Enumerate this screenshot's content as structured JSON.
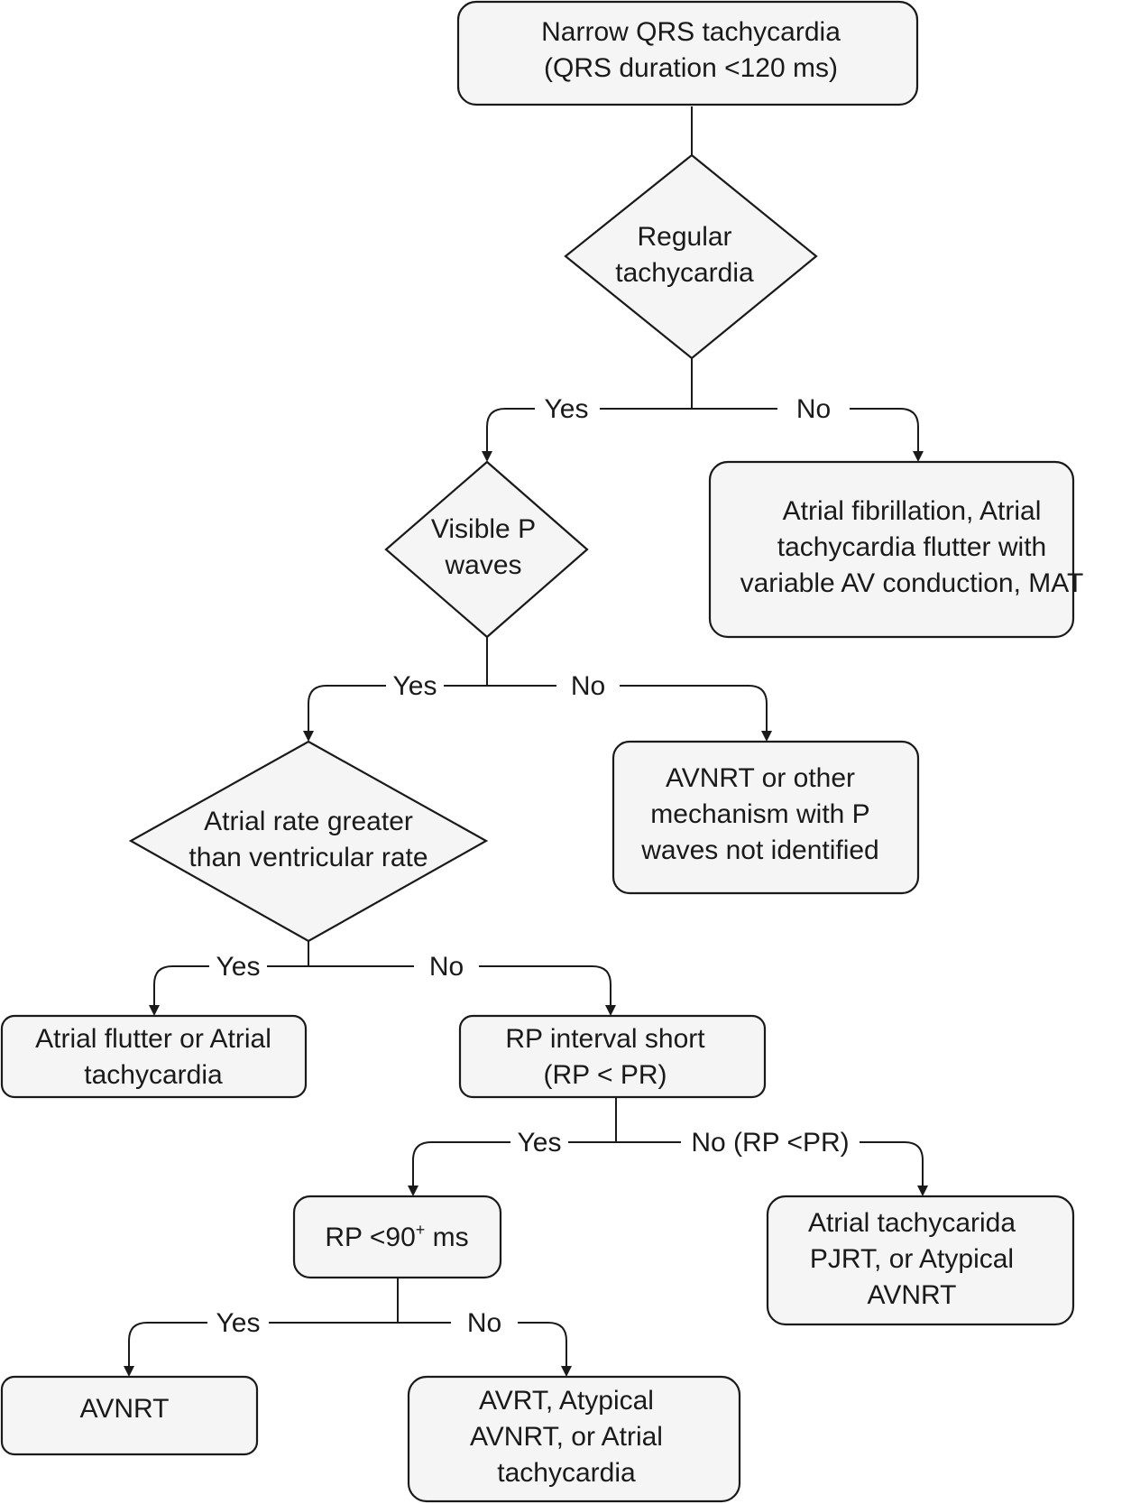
{
  "nodes": {
    "start": [
      "Narrow QRS tachycardia",
      "(QRS duration <120 ms)"
    ],
    "regular": [
      "Regular",
      "tachycardia"
    ],
    "irregular_result": [
      "Atrial fibrillation, Atrial",
      "tachycardia flutter with",
      "variable AV conduction, MAT"
    ],
    "visible_p": [
      "Visible P",
      "waves"
    ],
    "no_p_result": [
      "AVNRT or other",
      "mechanism with P",
      "waves not identified"
    ],
    "atrial_rate": [
      "Atrial rate greater",
      "than ventricular rate"
    ],
    "flutter_result": [
      "Atrial flutter or Atrial",
      "tachycardia"
    ],
    "rp_short": [
      "RP interval short",
      "(RP < PR)"
    ],
    "long_rp_result": [
      "Atrial tachycarida",
      "PJRT, or Atypical",
      "AVNRT"
    ],
    "rp90": {
      "pre": "RP <90",
      "sup": "+",
      "post": " ms"
    },
    "avnrt_result": [
      "AVNRT"
    ],
    "avrt_result": [
      "AVRT, Atypical",
      "AVNRT, or Atrial",
      "tachycardia"
    ]
  },
  "edges": {
    "regular_yes": "Yes",
    "regular_no": "No",
    "p_yes": "Yes",
    "p_no": "No",
    "rate_yes": "Yes",
    "rate_no": "No",
    "rp_yes": "Yes",
    "rp_no": "No (RP <PR)",
    "rp90_yes": "Yes",
    "rp90_no": "No"
  },
  "colors": {
    "box_fill": "#f5f5f5",
    "stroke": "#1a1a1a",
    "background": "#ffffff"
  }
}
